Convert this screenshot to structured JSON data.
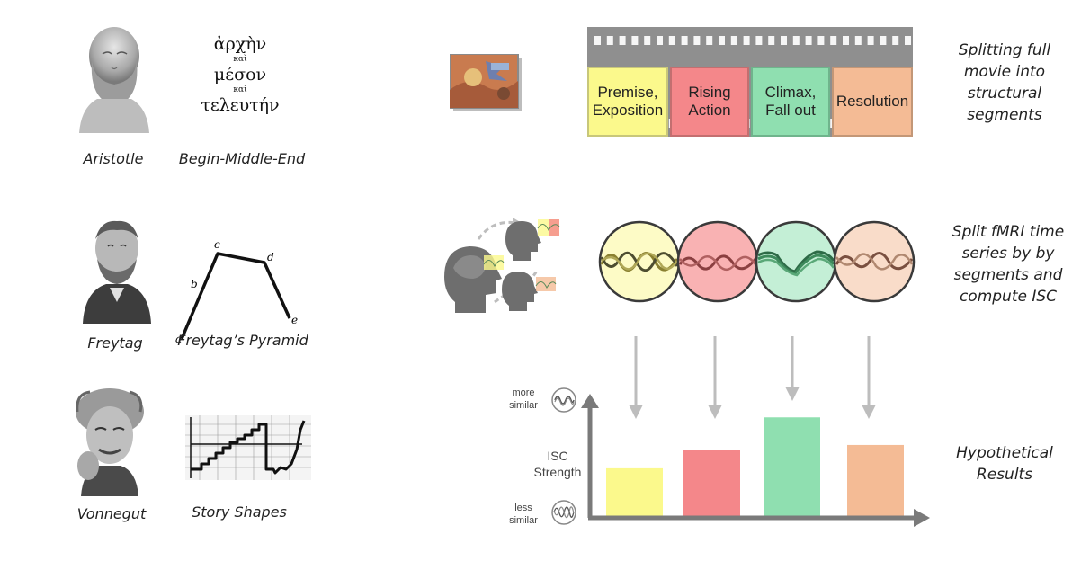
{
  "left": {
    "aristotle": {
      "name": "Aristotle",
      "label": "Begin-Middle-End",
      "greek": [
        "ἀρχὴν",
        "καὶ",
        "μέσον",
        "καὶ",
        "τελευτήν"
      ]
    },
    "freytag": {
      "name": "Freytag",
      "label": "Freytag’s Pyramid",
      "points": [
        "a",
        "b",
        "c",
        "d",
        "e"
      ]
    },
    "vonnegut": {
      "name": "Vonnegut",
      "label": "Story Shapes"
    }
  },
  "film_strip": {
    "segments": [
      "Premise, Exposition",
      "Rising Action",
      "Climax, Fall out",
      "Resolution"
    ]
  },
  "captions": {
    "row1": "Splitting full movie into structural segments",
    "row2": "Split fMRI time series by by segments and compute ISC",
    "row3": "Hypothetical Results"
  },
  "chart_data": {
    "type": "bar",
    "categories": [
      "Premise, Exposition",
      "Rising Action",
      "Climax, Fall out",
      "Resolution"
    ],
    "values": [
      0.45,
      0.62,
      0.93,
      0.67
    ],
    "ylabel": "ISC Strength",
    "ylim": [
      0,
      1
    ],
    "y_top_label": "more similar",
    "y_bottom_label": "less similar",
    "colors": [
      "#fbf98c",
      "#f4878a",
      "#8fdfb0",
      "#f4bb95"
    ]
  },
  "colors": {
    "yellow": "#fbf98c",
    "red": "#f4878a",
    "green": "#8fdfb0",
    "orange": "#f4bb95",
    "yellow_circle": "#fdfbc6",
    "red_circle": "#f9b2b3",
    "green_circle": "#c4efd6",
    "orange_circle": "#f9dcc9"
  }
}
